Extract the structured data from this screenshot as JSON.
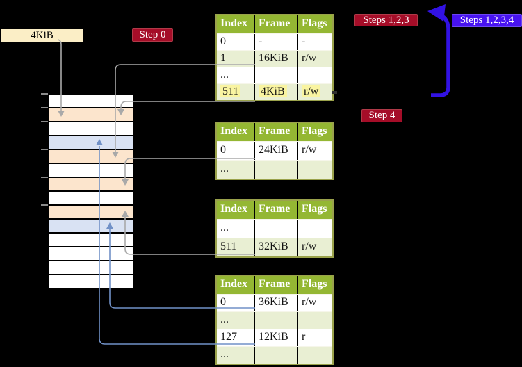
{
  "colors": {
    "background": "#000000",
    "table_header_green": "#94b733",
    "table_row_green": "#e9efd3",
    "table_border_olive": "#9aa24b",
    "highlight_yellow": "#f9f4a1",
    "badge_red": "#a50d28",
    "badge_blue": "#4813f0",
    "big_arrow_blue": "#3212e4",
    "arrow_gray": "#a9a9a9",
    "arrow_steel_blue": "#7191c7",
    "frame_orange": "#fce5cd",
    "frame_blue": "#d9e2f3",
    "frame_white": "#ffffff",
    "label_wheat": "#fbeec6"
  },
  "page_size_label": "4KiB",
  "badges": {
    "step0": "Step 0",
    "steps123": "Steps 1,2,3",
    "steps1234": "Steps 1,2,3,4",
    "step4": "Step 4"
  },
  "tables": [
    {
      "name": "page-table-1",
      "columns": [
        "Index",
        "Frame",
        "Flags"
      ],
      "rows": [
        {
          "cells": [
            "0",
            "-",
            "-"
          ],
          "shade": "white",
          "highlight": false
        },
        {
          "cells": [
            "1",
            "16KiB",
            "r/w"
          ],
          "shade": "green",
          "highlight": false
        },
        {
          "cells": [
            "...",
            "",
            ""
          ],
          "shade": "white",
          "highlight": false
        },
        {
          "cells": [
            "511",
            "4KiB",
            "r/w"
          ],
          "shade": "green",
          "highlight": true
        }
      ]
    },
    {
      "name": "page-table-2",
      "columns": [
        "Index",
        "Frame",
        "Flags"
      ],
      "rows": [
        {
          "cells": [
            "0",
            "24KiB",
            "r/w"
          ],
          "shade": "white",
          "highlight": false
        },
        {
          "cells": [
            "...",
            "",
            ""
          ],
          "shade": "green",
          "highlight": false
        }
      ]
    },
    {
      "name": "page-table-3",
      "columns": [
        "Index",
        "Frame",
        "Flags"
      ],
      "rows": [
        {
          "cells": [
            "...",
            "",
            ""
          ],
          "shade": "white",
          "highlight": false
        },
        {
          "cells": [
            "511",
            "32KiB",
            "r/w"
          ],
          "shade": "green",
          "highlight": false
        }
      ]
    },
    {
      "name": "page-table-4",
      "columns": [
        "Index",
        "Frame",
        "Flags"
      ],
      "rows": [
        {
          "cells": [
            "0",
            "36KiB",
            "r/w"
          ],
          "shade": "white",
          "highlight": false
        },
        {
          "cells": [
            "...",
            "",
            ""
          ],
          "shade": "green",
          "highlight": false
        },
        {
          "cells": [
            "127",
            "12KiB",
            "r"
          ],
          "shade": "white",
          "highlight": false
        },
        {
          "cells": [
            "...",
            "",
            ""
          ],
          "shade": "green",
          "highlight": false
        }
      ]
    }
  ],
  "memory_strip": {
    "rows": [
      "white",
      "orange",
      "white",
      "blue",
      "orange",
      "white",
      "orange",
      "white",
      "orange",
      "blue",
      "white",
      "white",
      "white",
      "white"
    ]
  }
}
